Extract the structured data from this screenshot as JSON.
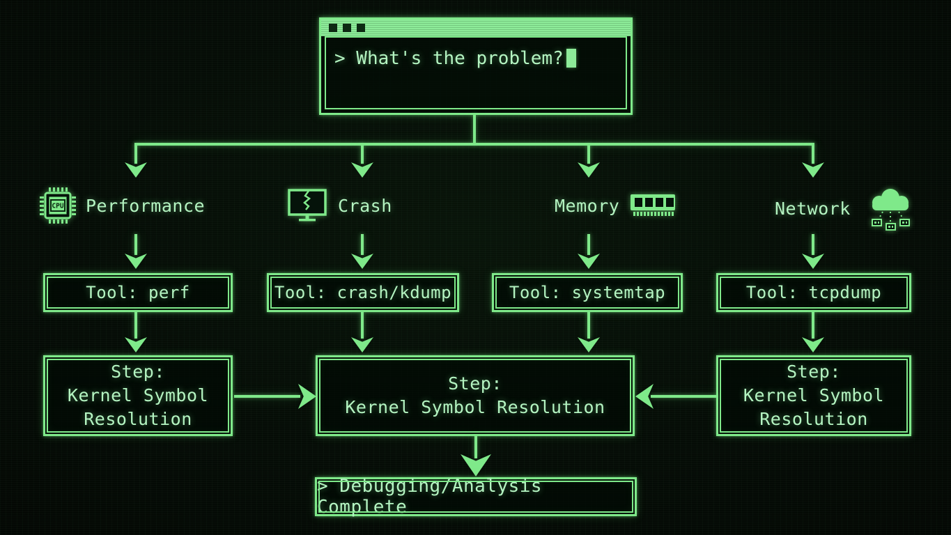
{
  "colors": {
    "background": "#040a05",
    "line_green": "#7fe98a",
    "text_green": "#b4f4c1",
    "titlebar_green": "#8deb99"
  },
  "terminal": {
    "prompt": "> What's the problem?",
    "window_buttons": [
      "square",
      "square",
      "square"
    ],
    "cursor": "block-cursor"
  },
  "branches": [
    {
      "label": "Performance",
      "icon": "cpu-chip-icon",
      "tool": "Tool: perf"
    },
    {
      "label": "Crash",
      "icon": "crashed-monitor-icon",
      "tool": "Tool: crash/kdump"
    },
    {
      "label": "Memory",
      "icon": "ram-stick-icon",
      "tool": "Tool: systemtap"
    },
    {
      "label": "Network",
      "icon": "network-cloud-icon",
      "tool": "Tool: tcpdump"
    }
  ],
  "step_boxes": {
    "left": {
      "lines": [
        "Step:",
        "Kernel Symbol",
        "Resolution"
      ]
    },
    "center": {
      "lines": [
        "Step:",
        "Kernel Symbol Resolution"
      ]
    },
    "right": {
      "lines": [
        "Step:",
        "Kernel Symbol",
        "Resolution"
      ]
    }
  },
  "result": {
    "label": "> Debugging/Analysis Complete"
  }
}
